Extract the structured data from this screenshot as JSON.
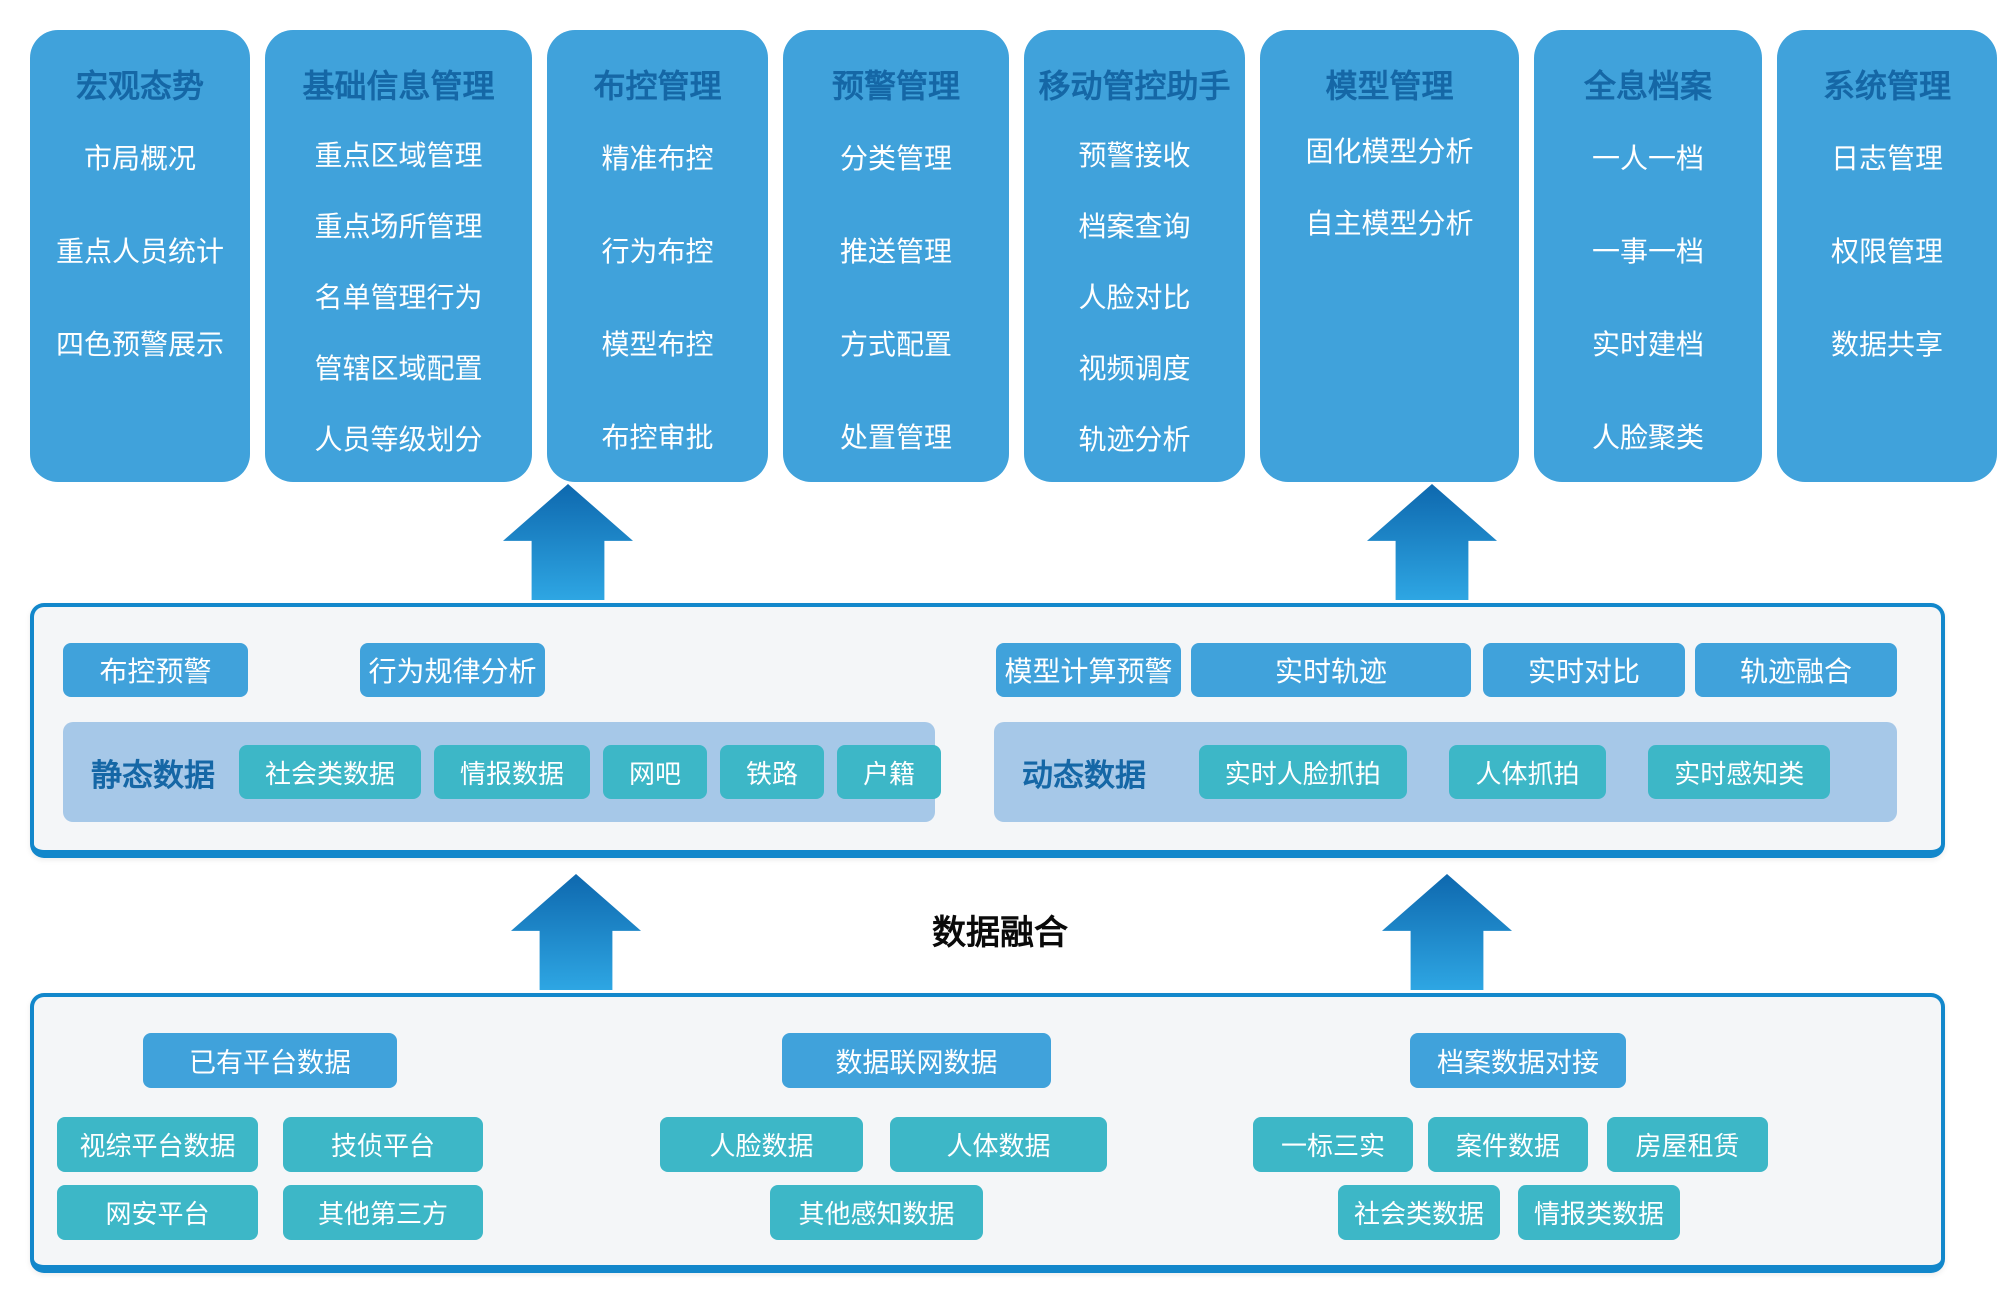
{
  "labels": {
    "fusion": "数据融合"
  },
  "nav_columns": [
    {
      "title": "宏观态势",
      "items": [
        "市局概况",
        "重点人员统计",
        "四色预警展示"
      ]
    },
    {
      "title": "基础信息管理",
      "items": [
        "重点区域管理",
        "重点场所管理",
        "名单管理行为",
        "管辖区域配置",
        "人员等级划分"
      ]
    },
    {
      "title": "布控管理",
      "items": [
        "精准布控",
        "行为布控",
        "模型布控",
        "布控审批"
      ]
    },
    {
      "title": "预警管理",
      "items": [
        "分类管理",
        "推送管理",
        "方式配置",
        "处置管理"
      ]
    },
    {
      "title": "移动管控助手",
      "items": [
        "预警接收",
        "档案查询",
        "人脸对比",
        "视频调度",
        "轨迹分析"
      ]
    },
    {
      "title": "模型管理",
      "items": [
        "固化模型分析",
        "自主模型分析"
      ]
    },
    {
      "title": "全息档案",
      "items": [
        "一人一档",
        "一事一档",
        "实时建档",
        "人脸聚类"
      ]
    },
    {
      "title": "系统管理",
      "items": [
        "日志管理",
        "权限管理",
        "数据共享"
      ]
    }
  ],
  "analysis_layer": {
    "left_buttons": [
      "布控预警",
      "行为规律分析"
    ],
    "right_buttons": [
      "模型计算预警",
      "实时轨迹",
      "实时对比",
      "轨迹融合"
    ],
    "static_label": "静态数据",
    "static_chips": [
      "社会类数据",
      "情报数据",
      "网吧",
      "铁路",
      "户籍"
    ],
    "dynamic_label": "动态数据",
    "dynamic_chips": [
      "实时人脸抓拍",
      "人体抓拍",
      "实时感知类"
    ]
  },
  "data_layer": {
    "headers": [
      "已有平台数据",
      "数据联网数据",
      "档案数据对接"
    ],
    "platform_chips": [
      "视综平台数据",
      "技侦平台",
      "网安平台",
      "其他第三方"
    ],
    "network_chips": [
      "人脸数据",
      "人体数据",
      "其他感知数据"
    ],
    "archive_chips": [
      "一标三实",
      "案件数据",
      "房屋租赁",
      "社会类数据",
      "情报类数据"
    ]
  },
  "colors": {
    "module_blue": "#40A2DB",
    "title_dark_blue": "#1567A6",
    "teal_chip": "#3DB7C7",
    "band_light_blue": "#A6C8E8",
    "box_border_blue": "#1287CB",
    "box_background": "#F4F6F8",
    "arrow_gradient_top": "#0E68AE",
    "arrow_gradient_bottom": "#2EA6E3"
  }
}
